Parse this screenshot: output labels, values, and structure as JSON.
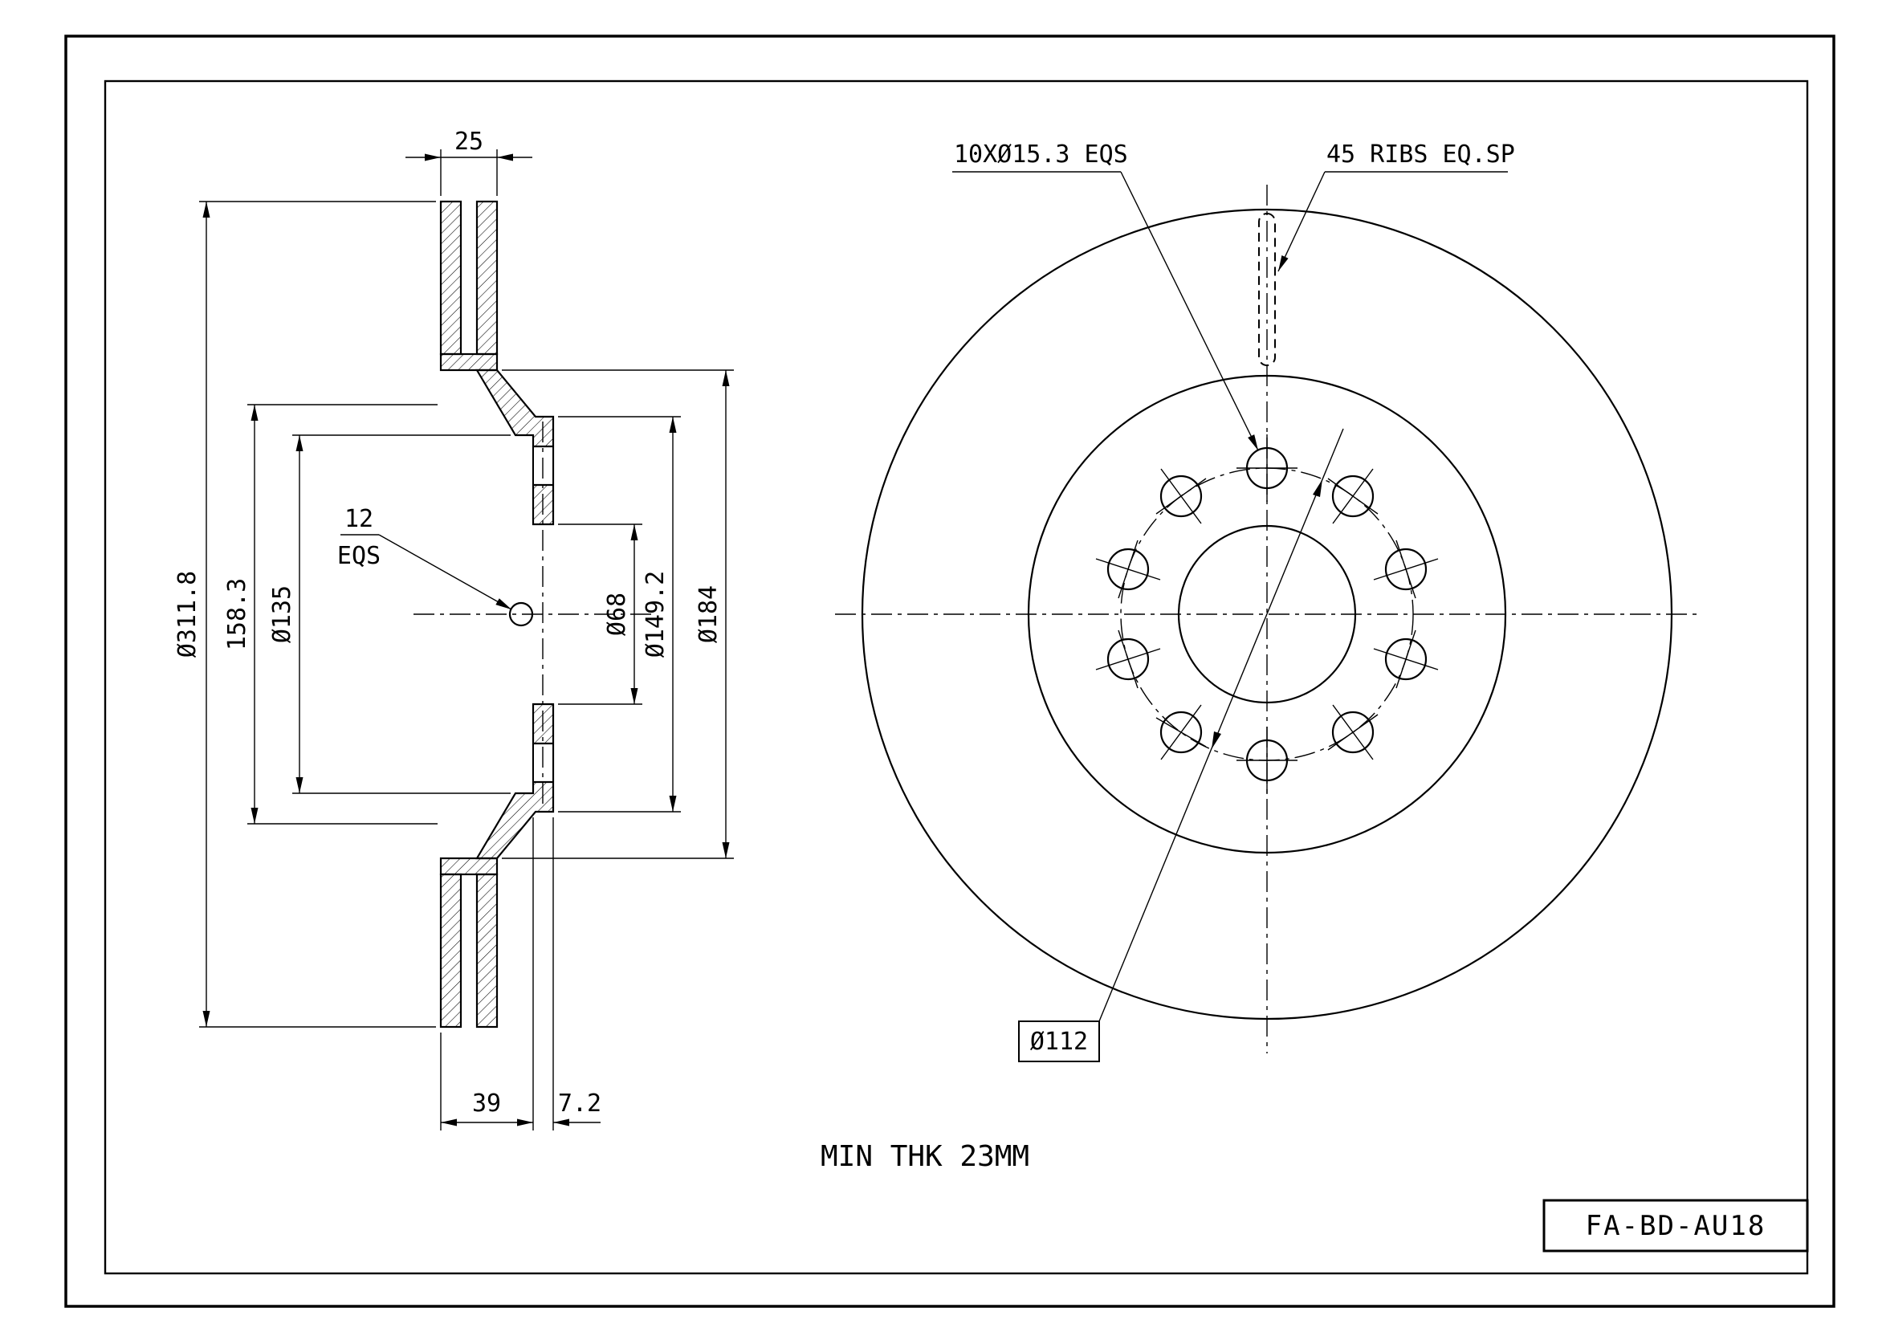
{
  "title_block": {
    "part_number": "FA-BD-AU18"
  },
  "notes": {
    "min_thickness": "MIN THK 23MM"
  },
  "section_view": {
    "thickness": "25",
    "outer_diameter": "Ø311.8",
    "dim_158_3": "158.3",
    "dia_135": "Ø135",
    "count_12": "12",
    "count_12_suffix": "EQS",
    "center_bore": "Ø68",
    "dia_149_2": "Ø149.2",
    "dia_184": "Ø184",
    "offset_39": "39",
    "flange_thickness": "7.2"
  },
  "front_view": {
    "bolt_holes": "10XØ15.3 EQS",
    "ribs": "45 RIBS EQ.SP",
    "pcd": "Ø112"
  }
}
